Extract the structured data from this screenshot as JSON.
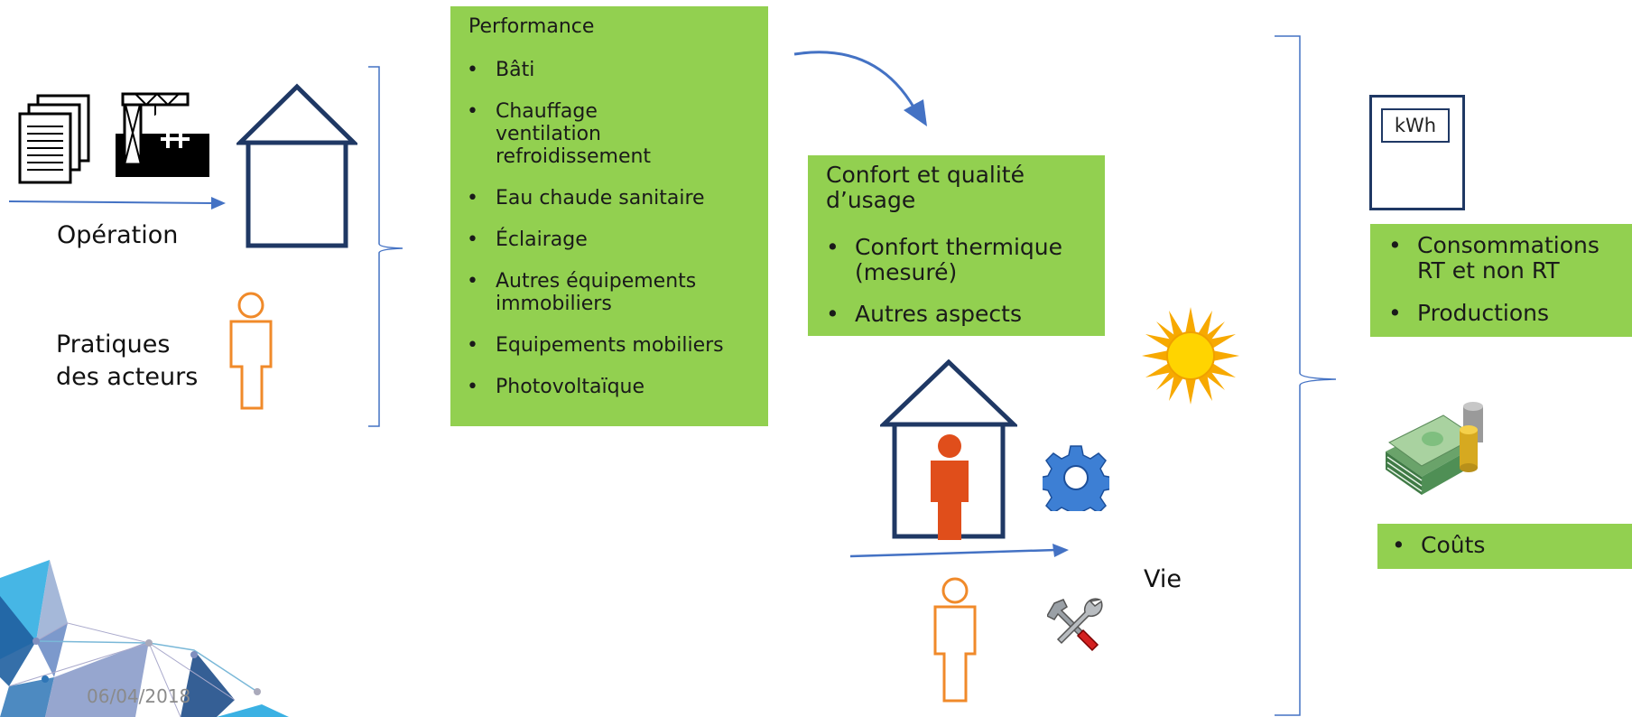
{
  "left": {
    "operation_label": "Opération",
    "pratiques_line1": "Pratiques",
    "pratiques_line2": "des acteurs"
  },
  "performance": {
    "title": "Performance",
    "items": [
      "Bâti",
      "Chauffage ventilation refroidissement",
      "Eau chaude sanitaire",
      "Éclairage",
      "Autres équipements immobiliers",
      "Equipements mobiliers",
      "Photovoltaïque"
    ]
  },
  "confort": {
    "title": "Confort et qualité d’usage",
    "items": [
      "Confort thermique (mesuré)",
      "Autres aspects"
    ]
  },
  "vie_label": "Vie",
  "meter_label": "kWh",
  "consommations": {
    "items": [
      "Consommations RT et non RT",
      "Productions"
    ]
  },
  "couts": {
    "items": [
      "Coûts"
    ]
  },
  "footer_date": "06/04/2018",
  "colors": {
    "green_box": "#92d050",
    "navy": "#1f3864",
    "arrow_blue": "#4472c4",
    "orange": "#ed7d31",
    "person_red": "#e04e1b",
    "bracket": "#4472c4"
  },
  "icons": [
    "document-stack-icon",
    "construction-crane-icon",
    "house-icon",
    "person-outline-icon",
    "person-filled-icon",
    "sun-icon",
    "gear-icon",
    "tools-icon",
    "money-icon",
    "meter-icon"
  ]
}
